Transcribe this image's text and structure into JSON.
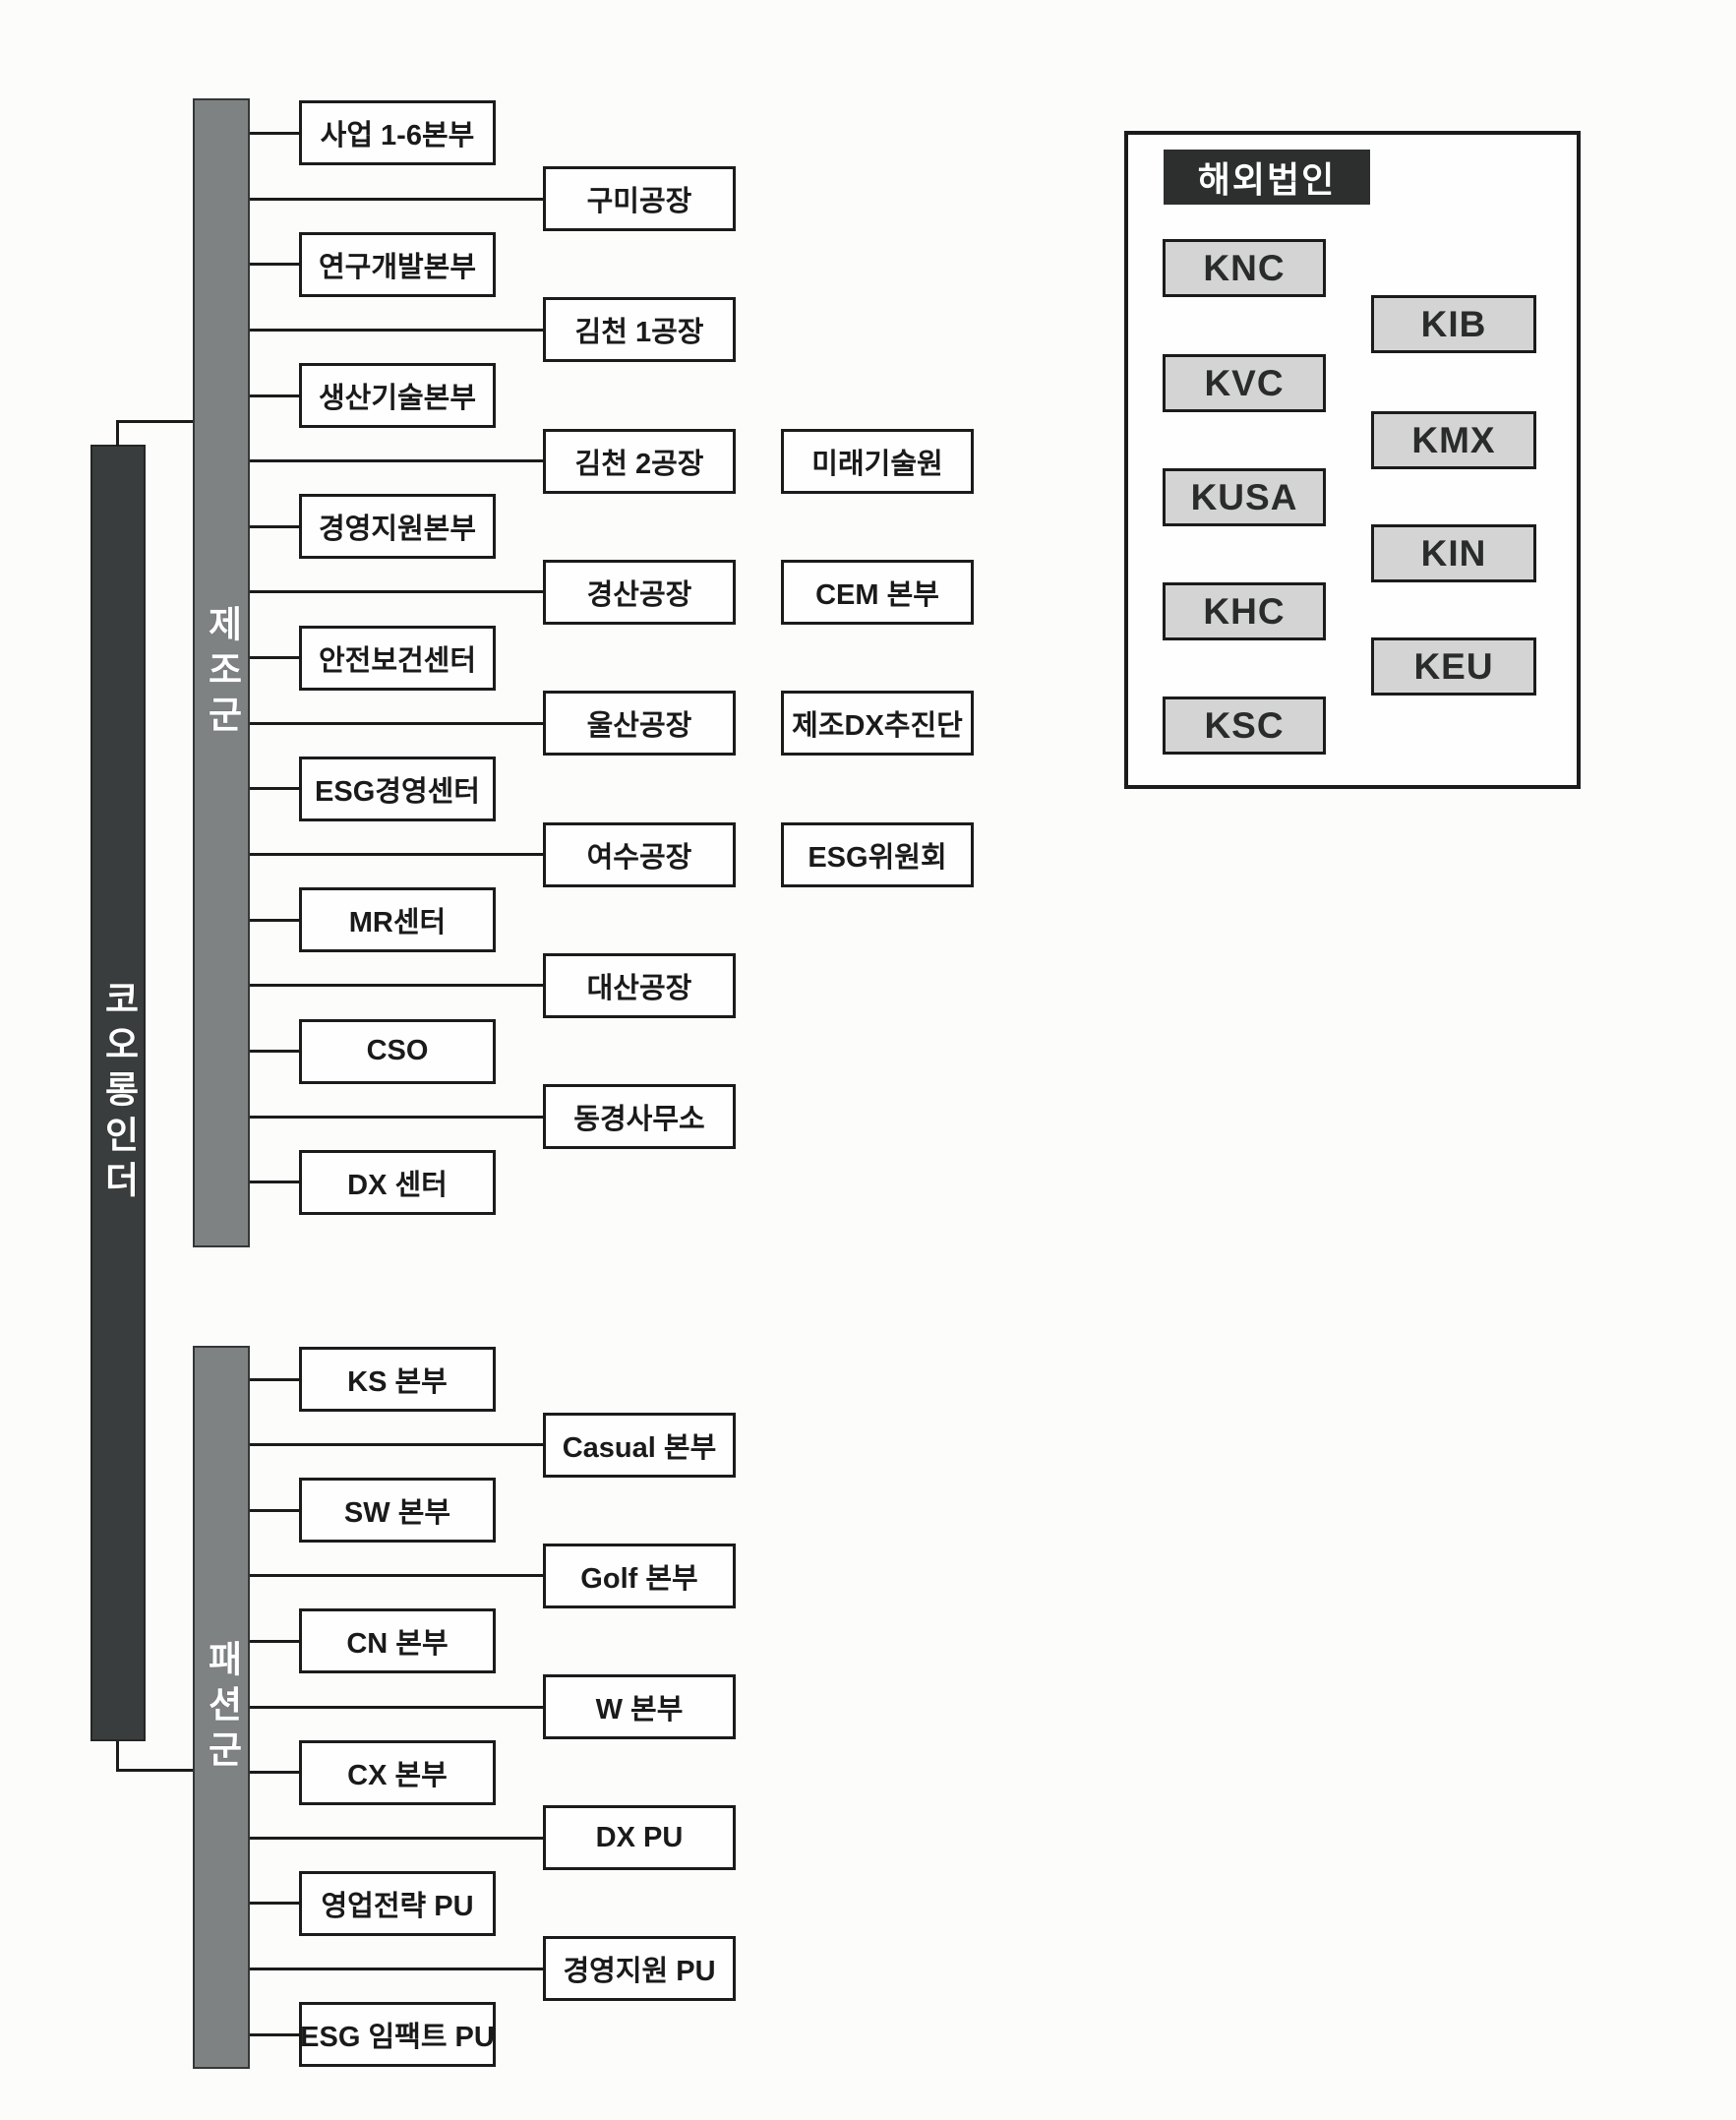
{
  "root": {
    "label": "코오롱인더"
  },
  "groups": [
    {
      "id": "manufacturing",
      "label": "제조군",
      "rows": [
        {
          "label": "사업 1-6본부",
          "col": 1
        },
        {
          "label": "구미공장",
          "col": 2
        },
        {
          "label": "연구개발본부",
          "col": 1
        },
        {
          "label": "김천 1공장",
          "col": 2
        },
        {
          "label": "생산기술본부",
          "col": 1
        },
        {
          "label": "김천 2공장",
          "col": 2
        },
        {
          "label": "경영지원본부",
          "col": 1
        },
        {
          "label": "경산공장",
          "col": 2
        },
        {
          "label": "안전보건센터",
          "col": 1
        },
        {
          "label": "울산공장",
          "col": 2
        },
        {
          "label": "ESG경영센터",
          "col": 1
        },
        {
          "label": "여수공장",
          "col": 2
        },
        {
          "label": "MR센터",
          "col": 1
        },
        {
          "label": "대산공장",
          "col": 2
        },
        {
          "label": "CSO",
          "col": 1
        },
        {
          "label": "동경사무소",
          "col": 2
        },
        {
          "label": "DX 센터",
          "col": 1
        }
      ],
      "side_nodes": [
        {
          "label": "미래기술원",
          "row": 6
        },
        {
          "label": "CEM 본부",
          "row": 8
        },
        {
          "label": "제조DX추진단",
          "row": 10
        },
        {
          "label": "ESG위원회",
          "row": 12
        }
      ]
    },
    {
      "id": "fashion",
      "label": "패션군",
      "rows": [
        {
          "label": "KS 본부",
          "col": 1
        },
        {
          "label": "Casual 본부",
          "col": 2
        },
        {
          "label": "SW 본부",
          "col": 1
        },
        {
          "label": "Golf 본부",
          "col": 2
        },
        {
          "label": "CN 본부",
          "col": 1
        },
        {
          "label": "W 본부",
          "col": 2
        },
        {
          "label": "CX 본부",
          "col": 1
        },
        {
          "label": "DX PU",
          "col": 2
        },
        {
          "label": "영업전략 PU",
          "col": 1
        },
        {
          "label": "경영지원 PU",
          "col": 2
        },
        {
          "label": "ESG 임팩트 PU",
          "col": 1
        }
      ],
      "side_nodes": []
    }
  ],
  "overseas": {
    "title": "해외법인",
    "left_column": [
      "KNC",
      "KVC",
      "KUSA",
      "KHC",
      "KSC"
    ],
    "right_column": [
      "KIB",
      "KMX",
      "KIN",
      "KEU"
    ]
  },
  "colors": {
    "root_bar": "#3a3d3d",
    "group_bar": "#7e8282",
    "bar_text": "#ffffff",
    "node_border": "#1b1b1b",
    "node_bg": "#fefefe",
    "overseas_node_bg": "#d3d4d3",
    "overseas_header_bg": "#2d2f2f",
    "line": "#1b1b1b",
    "page_bg": "#fcfcfb"
  }
}
